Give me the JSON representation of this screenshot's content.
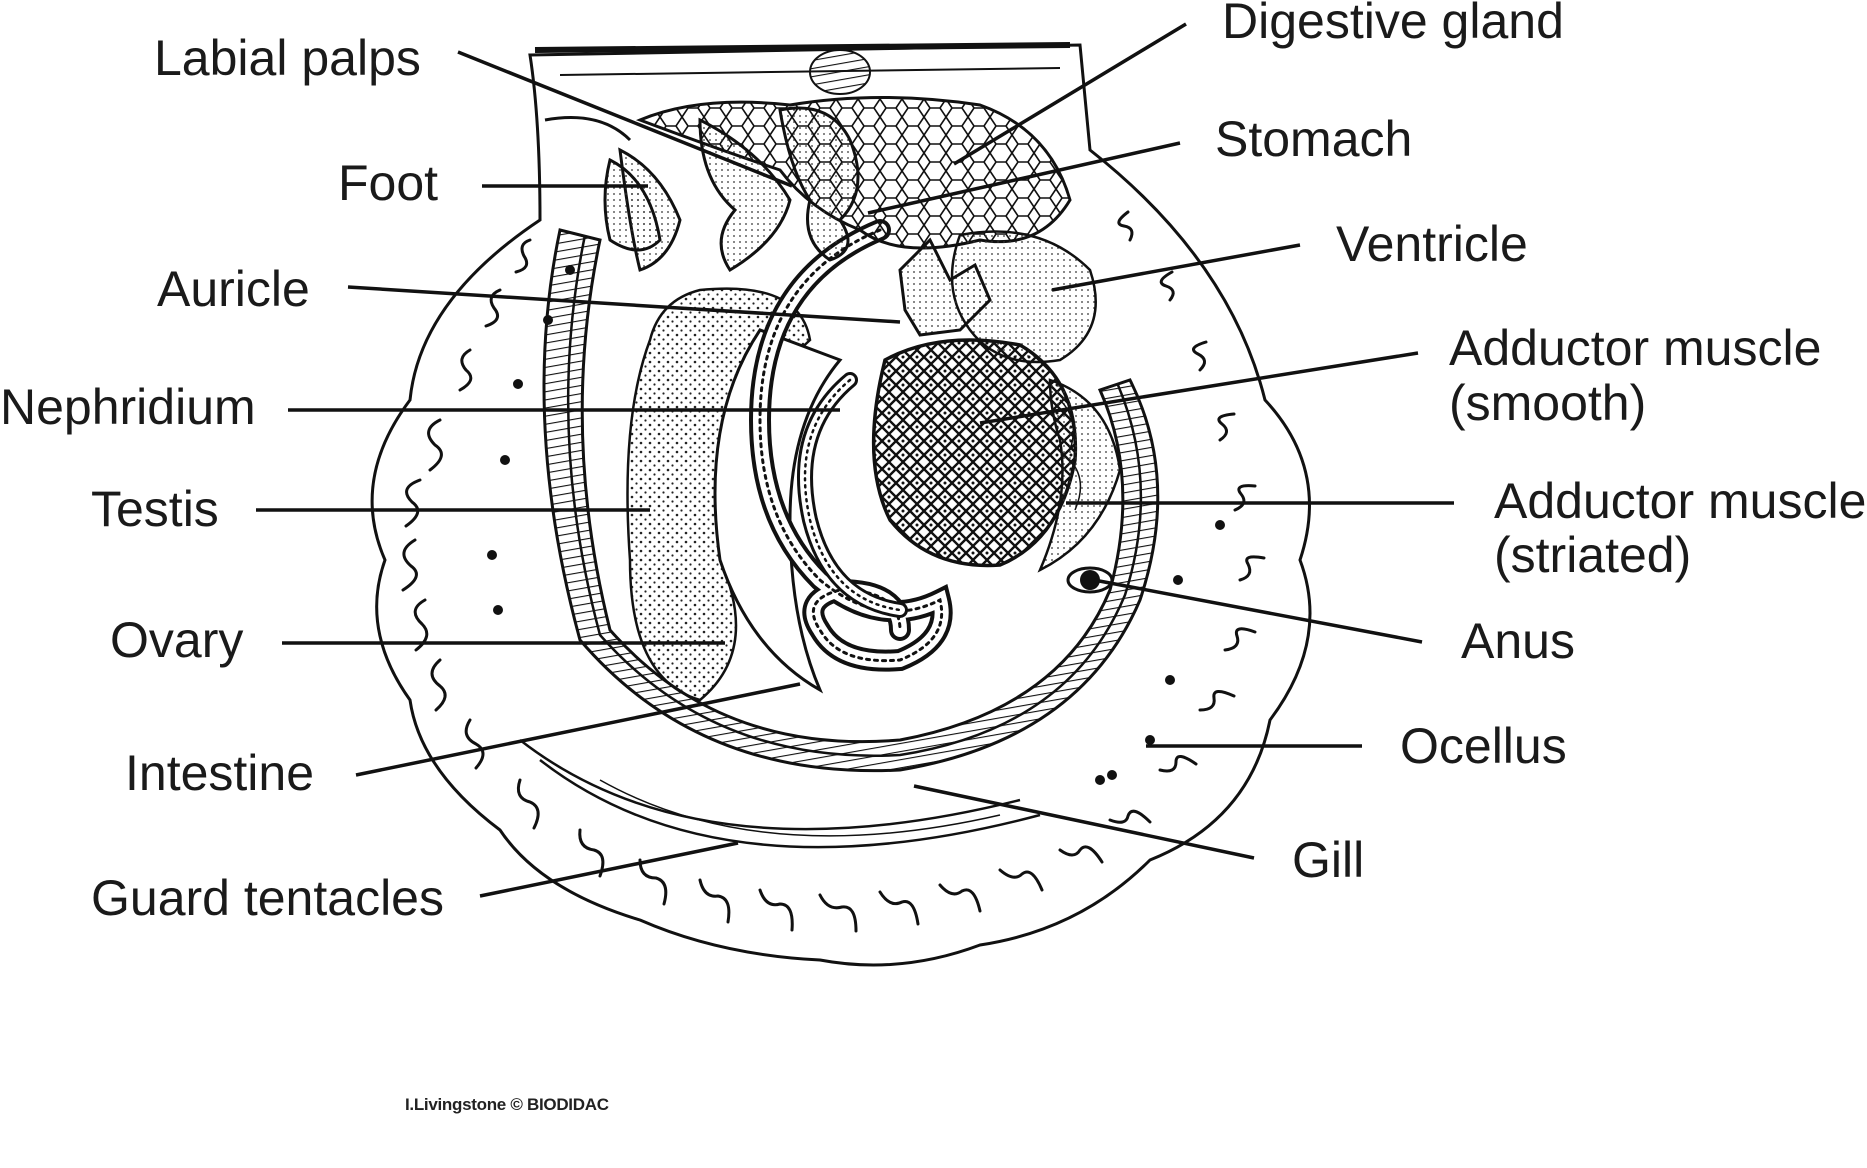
{
  "labels": {
    "labial_palps": "Labial palps",
    "foot": "Foot",
    "auricle": "Auricle",
    "nephridium": "Nephridium",
    "testis": "Testis",
    "ovary": "Ovary",
    "intestine": "Intestine",
    "guard_tentacles": "Guard tentacles",
    "digestive_gland": "Digestive gland",
    "stomach": "Stomach",
    "ventricle": "Ventricle",
    "adductor_smooth_line1": "Adductor muscle",
    "adductor_smooth_line2": "(smooth)",
    "adductor_striated_line1": "Adductor muscle",
    "adductor_striated_line2": "(striated)",
    "anus": "Anus",
    "ocellus": "Ocellus",
    "gill": "Gill"
  },
  "credit": "I.Livingstone © BIODIDAC",
  "colors": {
    "ink": "#1a1a1a",
    "background": "#ffffff"
  }
}
